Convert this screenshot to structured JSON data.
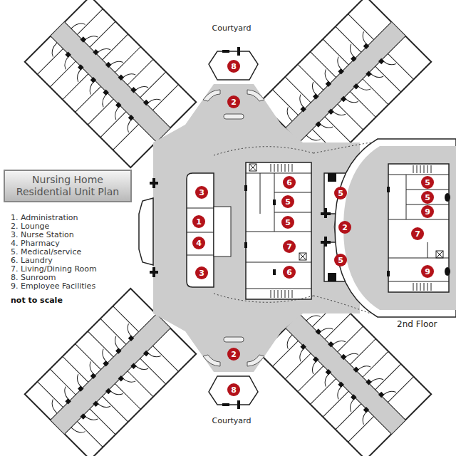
{
  "diagram": {
    "title": "Nursing Home Residential Unit Plan",
    "nodes": [
      {
        "text": [
          "Nursing Home Residential Unit Plan"
        ]
      },
      {
        "text": [
          "8"
        ]
      },
      {
        "text": [
          "2"
        ]
      },
      {
        "text": [
          "3"
        ]
      },
      {
        "text": [
          "1"
        ]
      },
      {
        "text": [
          "4"
        ]
      },
      {
        "text": [
          "3"
        ]
      },
      {
        "text": [
          "6"
        ]
      },
      {
        "text": [
          "5"
        ]
      },
      {
        "text": [
          "5"
        ]
      },
      {
        "text": [
          "7"
        ]
      },
      {
        "text": [
          "6"
        ]
      },
      {
        "text": [
          "5"
        ]
      },
      {
        "text": [
          "2"
        ]
      },
      {
        "text": [
          "5"
        ]
      },
      {
        "text": [
          "5"
        ]
      },
      {
        "text": [
          "5"
        ]
      },
      {
        "text": [
          "9"
        ]
      },
      {
        "text": [
          "7"
        ]
      },
      {
        "text": [
          "9"
        ]
      },
      {
        "text": [
          "2"
        ]
      },
      {
        "text": [
          "8"
        ]
      }
    ],
    "labels": [
      "Courtyard",
      "1. Administration",
      "2. Lounge",
      "3. Nurse Station",
      "4. Pharmacy",
      "5. Medical/service",
      "6. Laundry",
      "7. Living/Dining Room",
      "8. Sunroom",
      "9. Employee Facilities",
      "not to scale",
      "2nd Floor",
      "Courtyard"
    ]
  }
}
